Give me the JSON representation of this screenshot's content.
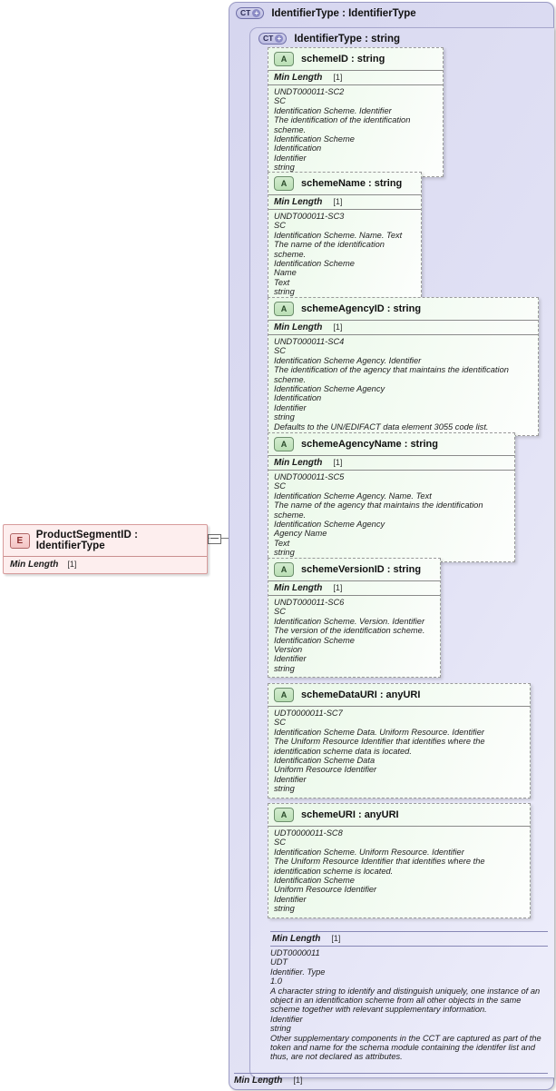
{
  "diagram": {
    "element": {
      "icon": "element-icon",
      "icon_label": "E",
      "title": "ProductSegmentID : IdentifierType",
      "facet_name": "Min Length",
      "facet_value": "[1]"
    },
    "outer_type": {
      "icon_label": "CT",
      "title": "IdentifierType : IdentifierType",
      "facet_name": "Min Length",
      "facet_value": "[1]"
    },
    "inner_type": {
      "icon_label": "CT",
      "title": "IdentifierType : string",
      "facet_name": "Min Length",
      "facet_value": "[1]",
      "doc_lines": [
        "UDT0000011",
        "UDT",
        "Identifier. Type",
        "1.0",
        "A character string to identify and distinguish uniquely, one instance of an object in an identification scheme from all other objects in the same scheme together with relevant supplementary information.",
        "Identifier",
        "string",
        "Other supplementary components in the CCT are captured as part of the token and name for the schema module containing the identifer list and thus, are not declared as attributes."
      ]
    },
    "attributes": [
      {
        "icon_label": "A",
        "title": "schemeID : string",
        "facet_name": "Min Length",
        "facet_value": "[1]",
        "doc_lines": [
          "UNDT000011-SC2",
          "SC",
          "Identification Scheme. Identifier",
          "The identification of the identification scheme.",
          "Identification Scheme",
          "Identification",
          "Identifier",
          "string"
        ]
      },
      {
        "icon_label": "A",
        "title": "schemeName : string",
        "facet_name": "Min Length",
        "facet_value": "[1]",
        "doc_lines": [
          "UNDT000011-SC3",
          "SC",
          "Identification Scheme. Name. Text",
          "The name of the identification scheme.",
          "Identification Scheme",
          "Name",
          "Text",
          "string"
        ]
      },
      {
        "icon_label": "A",
        "title": "schemeAgencyID : string",
        "facet_name": "Min Length",
        "facet_value": "[1]",
        "doc_lines": [
          "UNDT000011-SC4",
          "SC",
          "Identification Scheme Agency. Identifier",
          "The identification of the agency that maintains the identification scheme.",
          "Identification Scheme Agency",
          "Identification",
          "Identifier",
          "string",
          "Defaults to the UN/EDIFACT data element 3055 code list."
        ]
      },
      {
        "icon_label": "A",
        "title": "schemeAgencyName : string",
        "facet_name": "Min Length",
        "facet_value": "[1]",
        "doc_lines": [
          "UNDT000011-SC5",
          "SC",
          "Identification Scheme Agency. Name. Text",
          "The name of the agency that maintains the identification scheme.",
          "Identification Scheme Agency",
          "Agency Name",
          "Text",
          "string"
        ]
      },
      {
        "icon_label": "A",
        "title": "schemeVersionID : string",
        "facet_name": "Min Length",
        "facet_value": "[1]",
        "doc_lines": [
          "UNDT000011-SC6",
          "SC",
          "Identification Scheme. Version. Identifier",
          "The version of the identification scheme.",
          "Identification Scheme",
          "Version",
          "Identifier",
          "string"
        ]
      },
      {
        "icon_label": "A",
        "title": "schemeDataURI : anyURI",
        "facet_name": "",
        "facet_value": "",
        "doc_lines": [
          "UDT0000011-SC7",
          "SC",
          "Identification Scheme Data. Uniform Resource. Identifier",
          "The Uniform Resource Identifier that identifies where the identification scheme data is located.",
          "Identification Scheme Data",
          "Uniform Resource Identifier",
          "Identifier",
          "string"
        ]
      },
      {
        "icon_label": "A",
        "title": "schemeURI : anyURI",
        "facet_name": "",
        "facet_value": "",
        "doc_lines": [
          "UDT0000011-SC8",
          "SC",
          "Identification Scheme. Uniform Resource. Identifier",
          "The Uniform Resource Identifier that identifies where the identification scheme is located.",
          "Identification Scheme",
          "Uniform Resource Identifier",
          "Identifier",
          "string"
        ]
      }
    ],
    "colors": {
      "element_fill": "#fdeeee",
      "element_border": "#d79b9b",
      "type_fill": "#dcdcf2",
      "type_border": "#9a9ac4",
      "attribute_fill": "#f2fbf1",
      "attribute_border": "#9a9a9a",
      "connector": "#7a7a7a"
    }
  }
}
